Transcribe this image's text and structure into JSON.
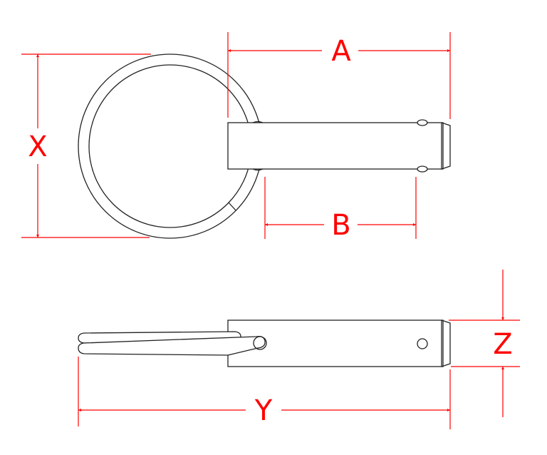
{
  "diagram": {
    "type": "technical-drawing",
    "subject": "ring pin / quick release pin with pull ring",
    "views": [
      "top view",
      "side view"
    ],
    "colors": {
      "dimension": "#ff0000",
      "outline": "#222222",
      "background": "#ffffff"
    },
    "dimensions": {
      "A": "A",
      "B": "B",
      "X": "X",
      "Y": "Y",
      "Z": "Z"
    }
  }
}
